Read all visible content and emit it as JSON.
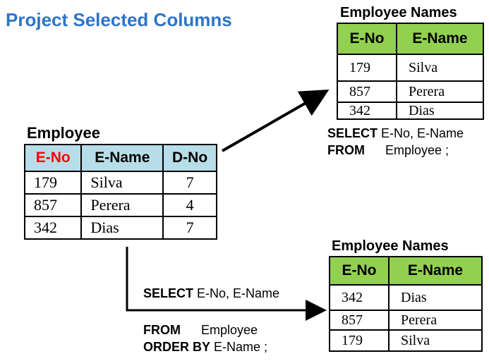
{
  "title": "Project Selected Columns",
  "employee": {
    "caption": "Employee",
    "headers": [
      "E-No",
      "E-Name",
      "D-No"
    ],
    "rows": [
      [
        "179",
        "Silva",
        "7"
      ],
      [
        "857",
        "Perera",
        "4"
      ],
      [
        "342",
        "Dias",
        "7"
      ]
    ]
  },
  "result_top": {
    "caption": "Employee Names",
    "headers": [
      "E-No",
      "E-Name"
    ],
    "rows": [
      [
        "179",
        "Silva"
      ],
      [
        "857",
        "Perera"
      ],
      [
        "342",
        "Dias"
      ]
    ],
    "sql": {
      "select_kw": "SELECT",
      "select_cols": "E-No, E-Name",
      "from_kw": "FROM",
      "from_table": "Employee ;"
    }
  },
  "result_bottom": {
    "caption": "Employee Names",
    "headers": [
      "E-No",
      "E-Name"
    ],
    "rows": [
      [
        "342",
        "Dias"
      ],
      [
        "857",
        "Perera"
      ],
      [
        "179",
        "Silva"
      ]
    ],
    "sql": {
      "select_kw": "SELECT",
      "select_cols": "E-No, E-Name",
      "from_kw": "FROM",
      "from_table": "Employee",
      "order_kw": "ORDER BY",
      "order_col": "E-Name ;"
    }
  },
  "colors": {
    "title": "#2e74c8",
    "employee_header": "#b7dde8",
    "result_header": "#92d050",
    "highlight": "#ff0000"
  }
}
